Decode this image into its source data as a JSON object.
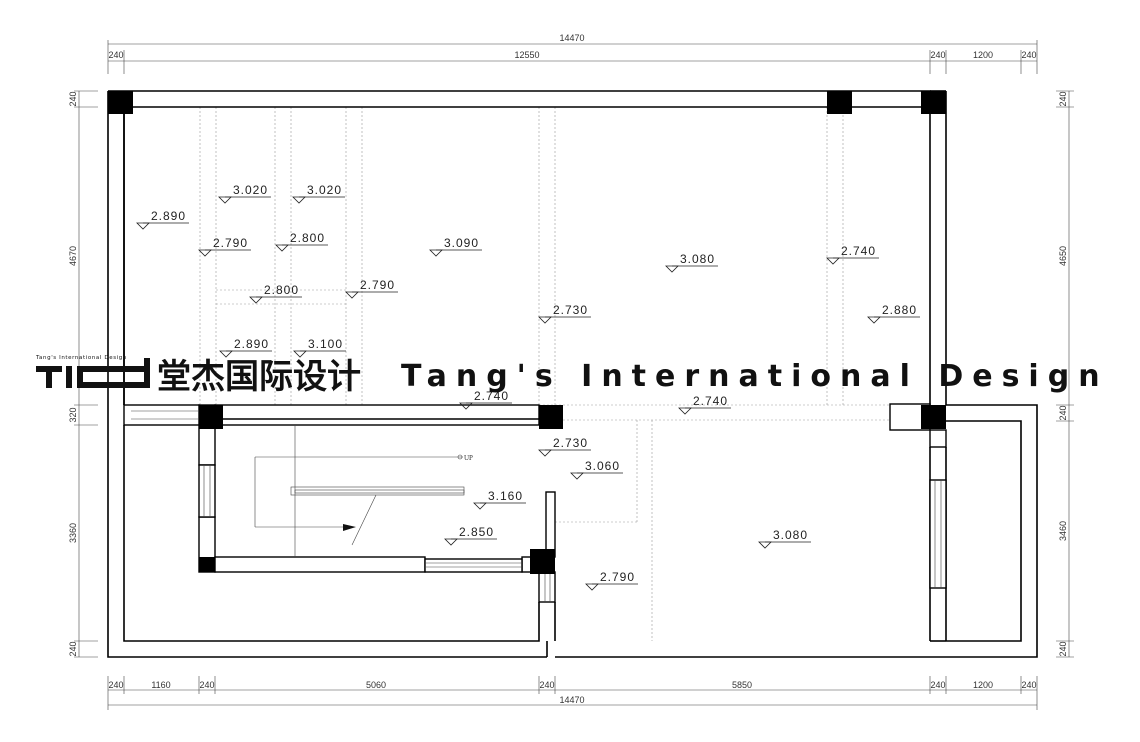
{
  "dimensions": {
    "top_overall": "14470",
    "top_segments": [
      "240",
      "12550",
      "240",
      "1200",
      "240"
    ],
    "bottom_segments": [
      "240",
      "1160",
      "240",
      "5060",
      "240",
      "5850",
      "240",
      "1200",
      "240"
    ],
    "bottom_overall": "14470",
    "left": [
      "240",
      "4670",
      "320",
      "3360",
      "240"
    ],
    "right": [
      "240",
      "4650",
      "240",
      "3460",
      "240"
    ]
  },
  "levels": [
    "2.890",
    "3.020",
    "3.020",
    "2.790",
    "2.800",
    "3.090",
    "3.080",
    "2.740",
    "2.800",
    "2.790",
    "2.730",
    "2.880",
    "2.890",
    "3.100",
    "2.740",
    "2.740",
    "2.730",
    "3.060",
    "3.160",
    "2.850",
    "3.080",
    "2.790"
  ],
  "stair_label": "UP",
  "brand": {
    "logo_letters": "TID",
    "small": "Tang's International Design",
    "chinese": "堂杰国际设计",
    "english": "Tang's International Design"
  }
}
